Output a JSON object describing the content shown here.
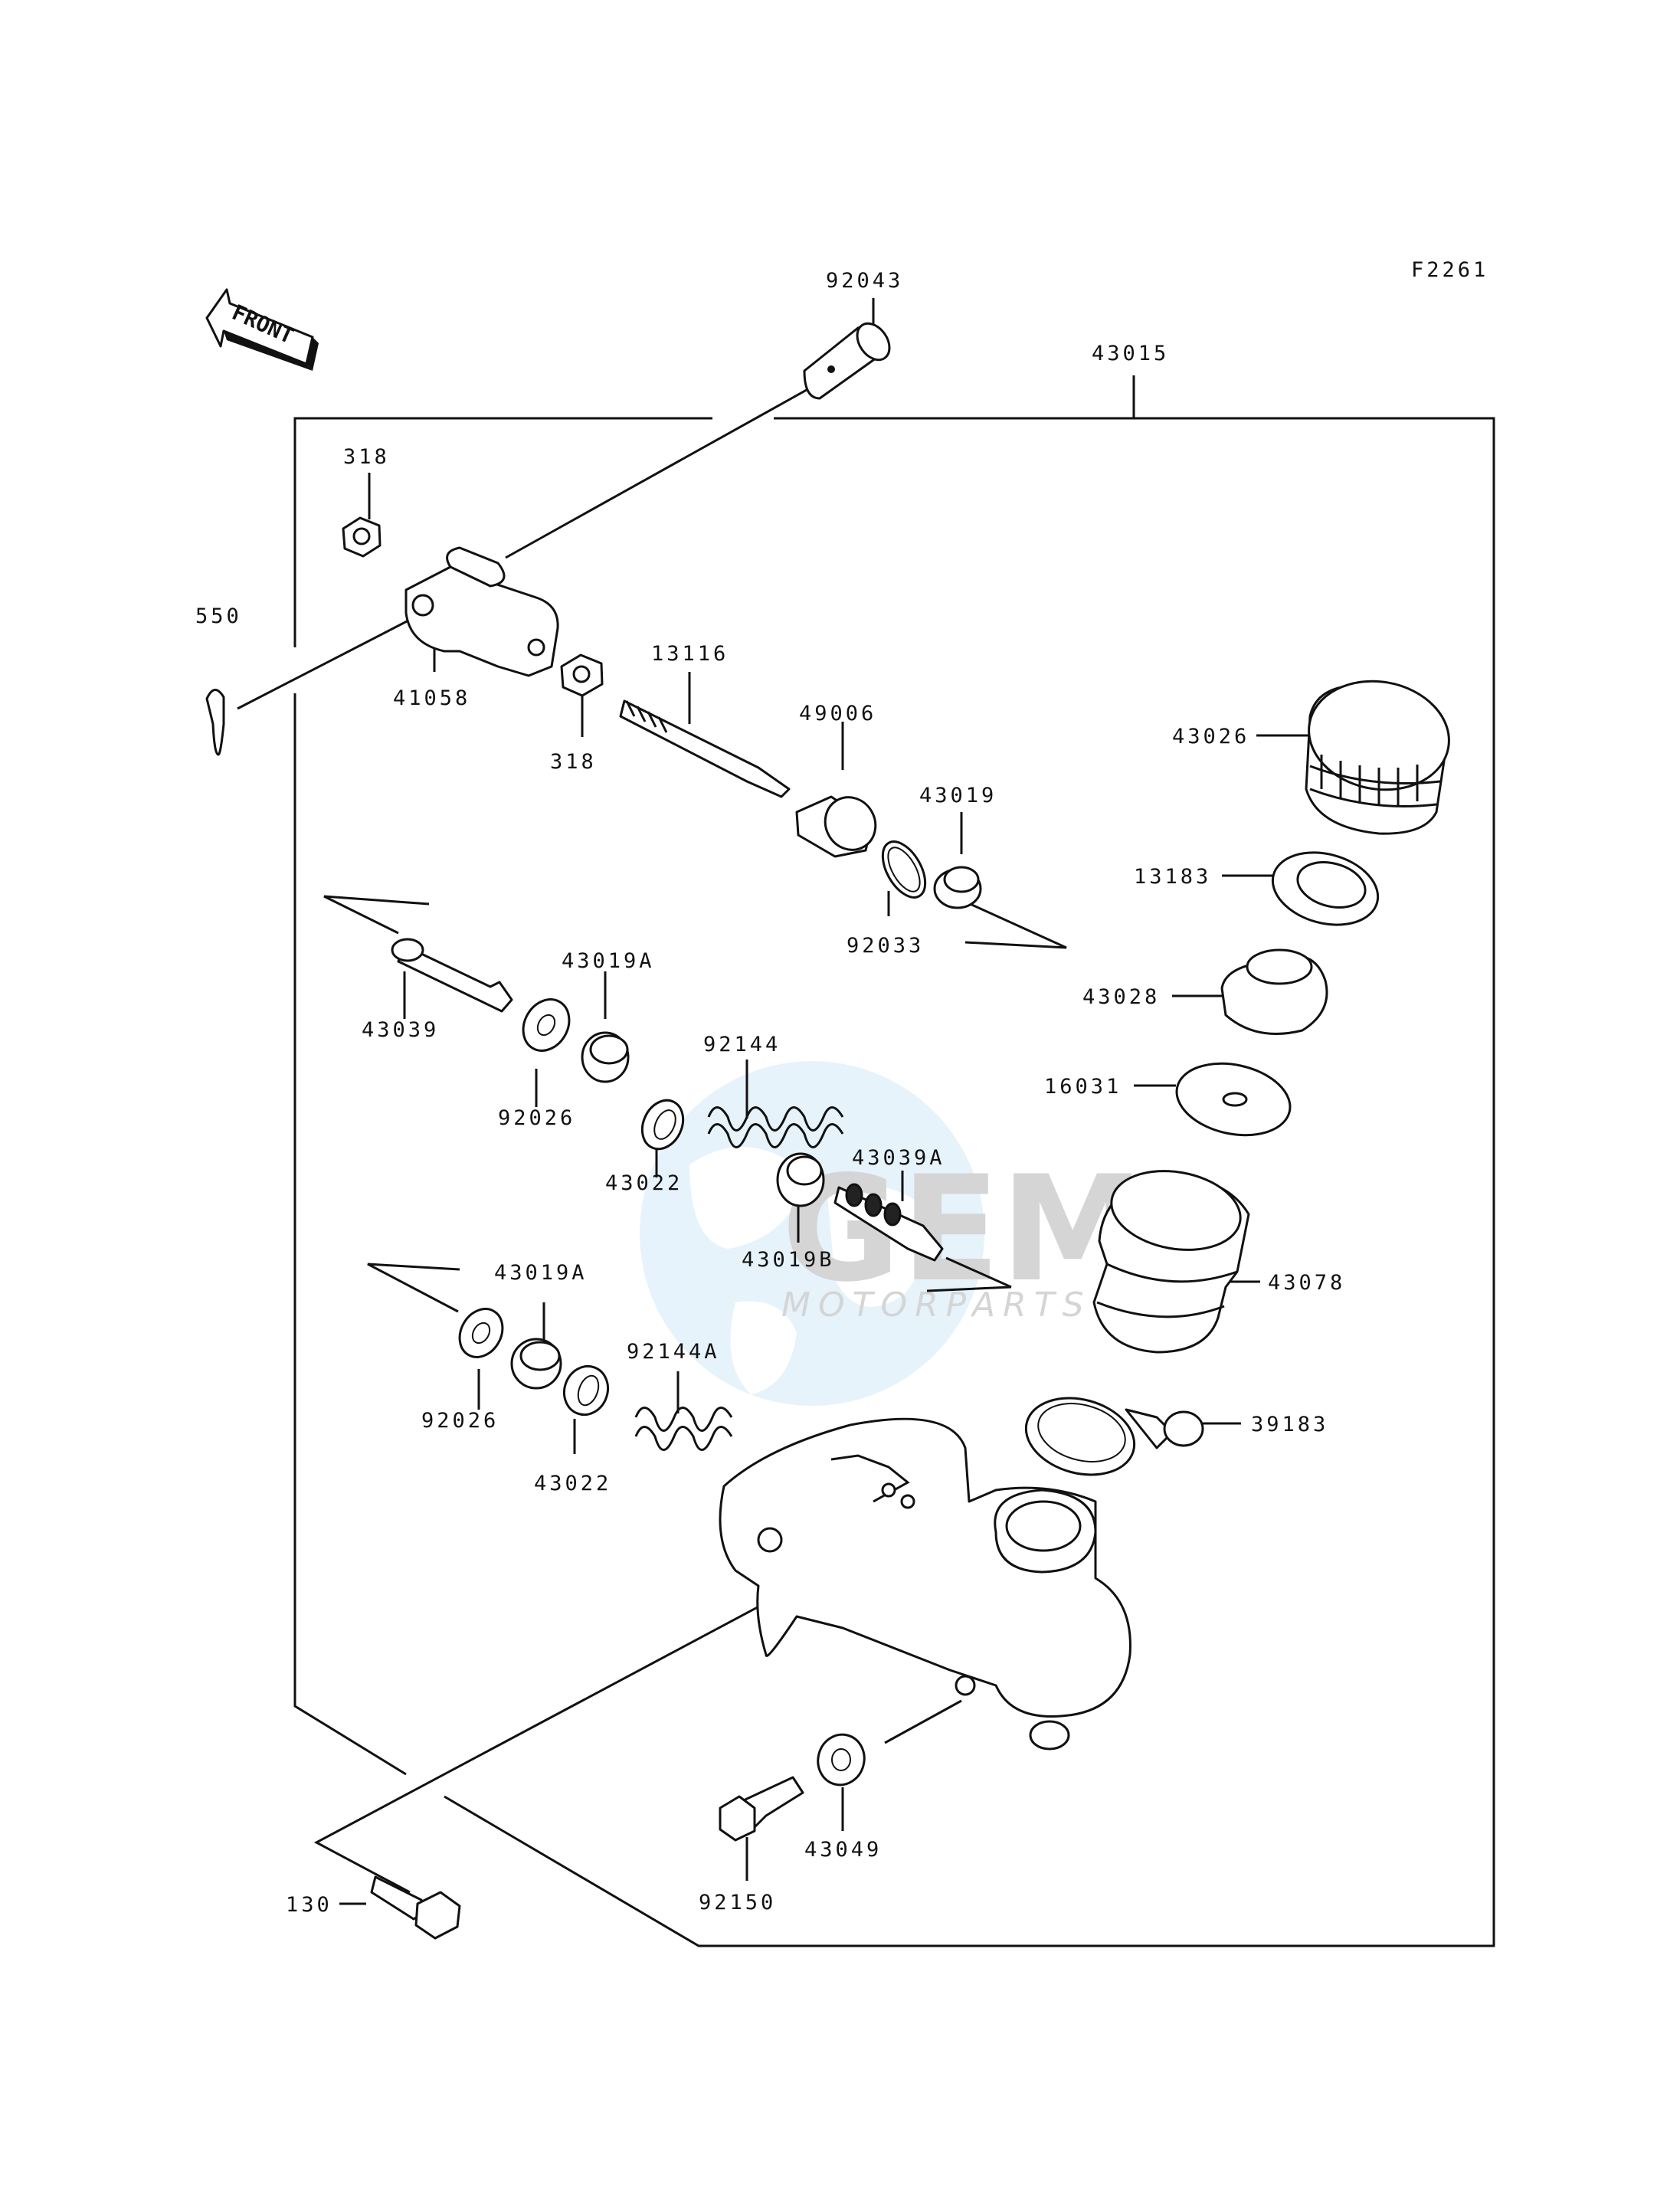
{
  "figure_code": "F2261",
  "front_label": "FRONT",
  "watermark": {
    "brand": "GEM",
    "sub": "MOTORPARTS"
  },
  "parts": {
    "p92043": "92043",
    "p43015": "43015",
    "p318a": "318",
    "p550": "550",
    "p41058": "41058",
    "p318b": "318",
    "p13116": "13116",
    "p49006": "49006",
    "p43019": "43019",
    "p92033": "92033",
    "p43026": "43026",
    "p13183": "13183",
    "p43028": "43028",
    "p16031": "16031",
    "p43039": "43039",
    "p43019A_1": "43019A",
    "p92026_1": "92026",
    "p92144": "92144",
    "p43022_1": "43022",
    "p43039A": "43039A",
    "p43019B": "43019B",
    "p43078": "43078",
    "p43019A_2": "43019A",
    "p92026_2": "92026",
    "p92144A": "92144A",
    "p43022_2": "43022",
    "p39183": "39183",
    "p43049": "43049",
    "p92150": "92150",
    "p130": "130"
  },
  "colors": {
    "ink": "#111111",
    "watermark_blue": "#4aa8e0",
    "watermark_grey": "#9a9a9a"
  }
}
